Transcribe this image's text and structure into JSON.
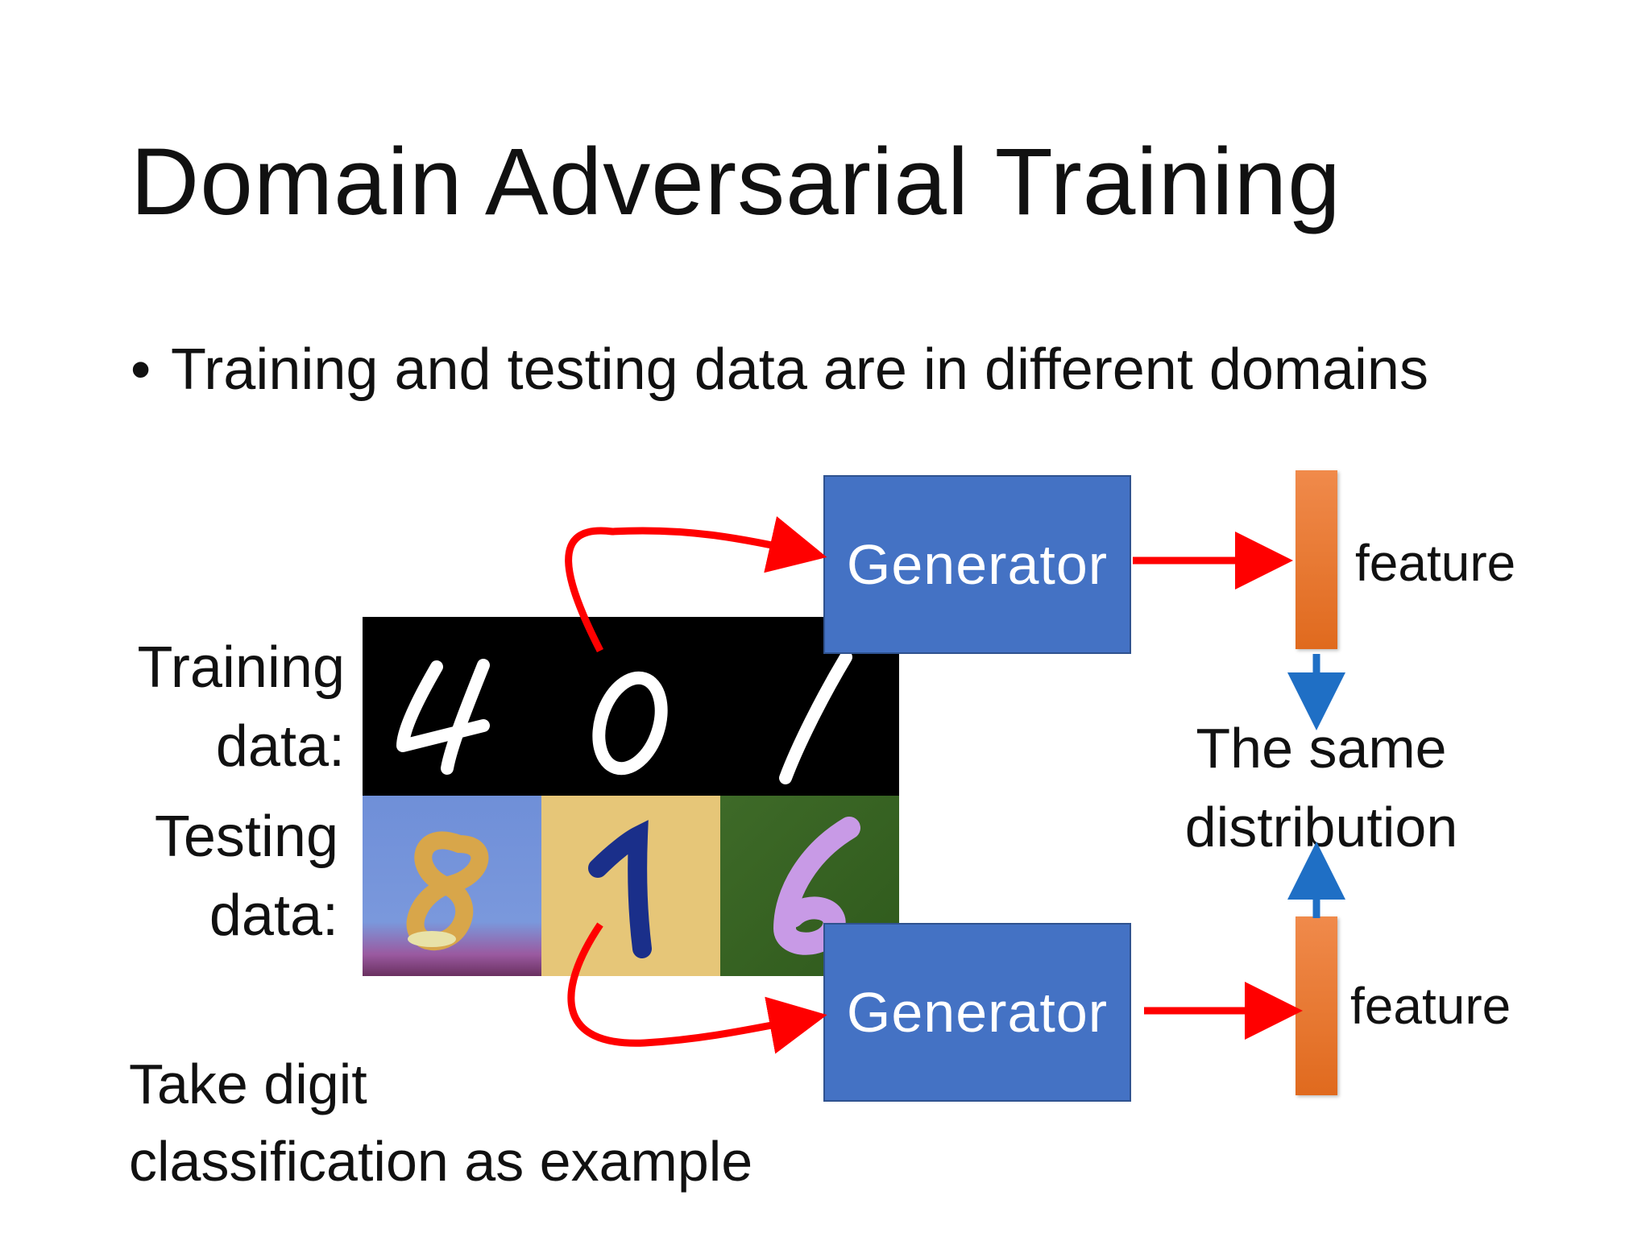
{
  "slide": {
    "title": "Domain Adversarial Training",
    "bullet": "Training and testing data are in different domains",
    "training_label": [
      "Training",
      "data:"
    ],
    "testing_label": [
      "Testing",
      "data:"
    ],
    "training_digits": [
      "4",
      "0",
      "1"
    ],
    "testing_digits": [
      "8",
      "1",
      "6"
    ],
    "generator_top": "Generator",
    "generator_bottom": "Generator",
    "feature_top": "feature",
    "feature_bottom": "feature",
    "distribution": [
      "The same",
      "distribution"
    ],
    "footnote": [
      "Take digit",
      "classification as example"
    ]
  },
  "colors": {
    "generator_fill": "#4472c4",
    "feature_fill": "#ed7d31",
    "arrow_red": "#ff0000",
    "arrow_blue": "#1f6fc5"
  },
  "icons": {
    "bullet": "bullet-dot-icon"
  }
}
